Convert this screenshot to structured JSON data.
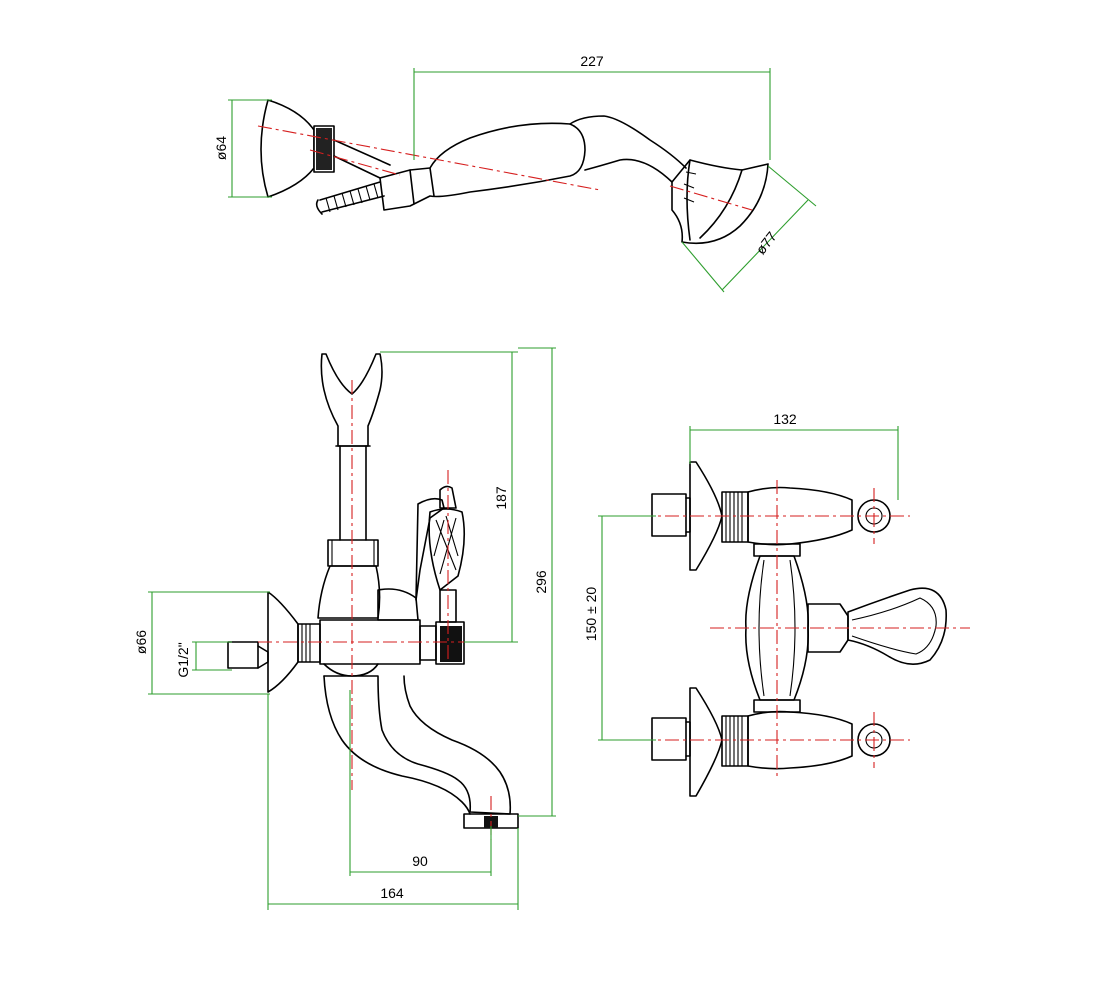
{
  "colors": {
    "outline": "#000000",
    "dimension_lines": "#2e9e2e",
    "center_lines": "#d61f1f",
    "background": "#ffffff"
  },
  "handshower": {
    "dim_length": "227",
    "dim_head_diameter": "ø77",
    "dim_holder_diameter": "ø64"
  },
  "front_view": {
    "dim_cradle_height": "187",
    "dim_total_height": "296",
    "dim_flange_diameter": "ø66",
    "dim_inlet_thread": "G1/2\"",
    "dim_spout_projection": "90",
    "dim_total_depth": "164"
  },
  "top_view": {
    "dim_width": "132",
    "dim_center_distance": "150 ± 20"
  }
}
